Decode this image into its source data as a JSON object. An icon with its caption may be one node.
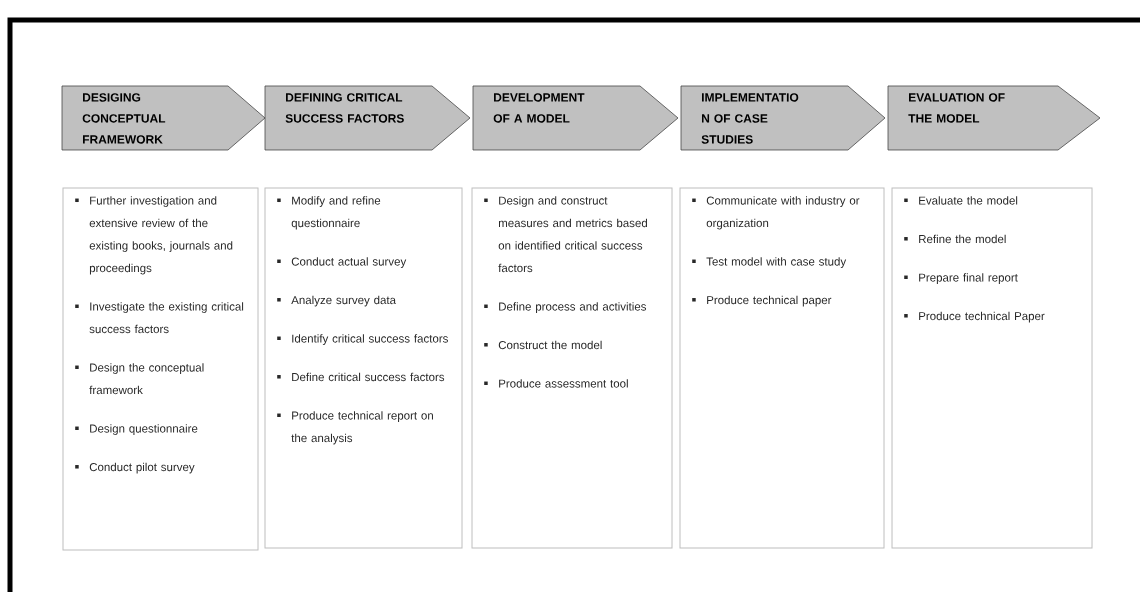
{
  "diagram": {
    "nodes": [
      {
        "text": [
          "DESIGING CONCEPTUAL FRAMEWORK"
        ]
      },
      {
        "text": [
          "DEFINING CRITICAL SUCCESS FACTORS"
        ]
      },
      {
        "text": [
          "DEVELOPMENT OF A MODEL"
        ]
      },
      {
        "text": [
          "IMPLEMENTATIO N OF CASE STUDIES"
        ]
      },
      {
        "text": [
          "EVALUATION OF THE MODEL"
        ]
      },
      {
        "text": [
          "Further investigation and extensive review of the existing books, journals and proceedings",
          "Investigate the existing critical success factors",
          "Design the conceptual framework",
          "Design questionnaire",
          "Conduct pilot survey"
        ]
      },
      {
        "text": [
          "Modify and refine questionnaire",
          "Conduct actual survey",
          "Analyze survey data",
          "Identify critical success factors",
          "Define critical success factors",
          "Produce technical report on the analysis"
        ]
      },
      {
        "text": [
          "Design and construct measures and metrics based on identified critical success factors",
          "Define process and activities",
          "Construct the model",
          "Produce assessment tool"
        ]
      },
      {
        "text": [
          "Communicate with industry or organization",
          "Test model with case study",
          "Produce technical paper"
        ]
      },
      {
        "text": [
          "Evaluate the model",
          "Refine the model",
          "Prepare final report",
          "Produce technical Paper"
        ]
      }
    ]
  }
}
